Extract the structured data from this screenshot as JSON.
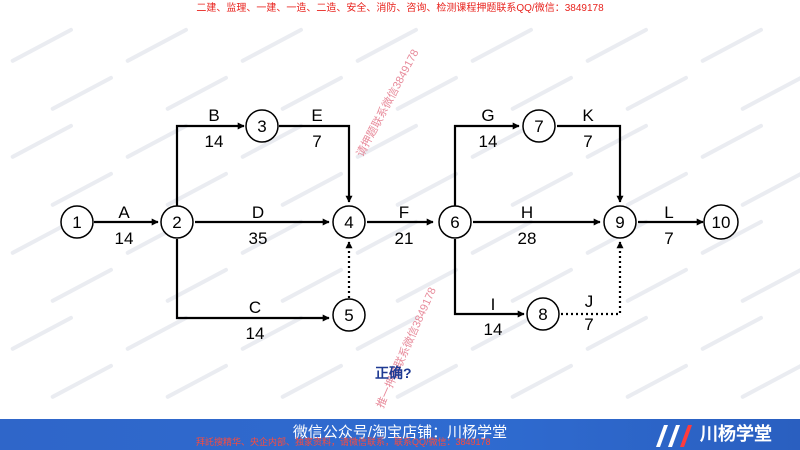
{
  "header": {
    "banner": "二建、监理、一建、一造、二造、安全、消防、咨询、检测课程押题联系QQ/微信：3849178"
  },
  "watermarks": {
    "diag_1": "请押题联系微信3849178",
    "diag_2": "推一押题联系微信3849178"
  },
  "diagram": {
    "nodes": [
      {
        "id": "1",
        "label": "1"
      },
      {
        "id": "2",
        "label": "2"
      },
      {
        "id": "3",
        "label": "3"
      },
      {
        "id": "4",
        "label": "4"
      },
      {
        "id": "5",
        "label": "5"
      },
      {
        "id": "6",
        "label": "6"
      },
      {
        "id": "7",
        "label": "7"
      },
      {
        "id": "8",
        "label": "8"
      },
      {
        "id": "9",
        "label": "9"
      },
      {
        "id": "10",
        "label": "10"
      }
    ],
    "activities": [
      {
        "name": "A",
        "duration": "14",
        "from": "1",
        "to": "2"
      },
      {
        "name": "B",
        "duration": "14",
        "from": "2",
        "to": "3"
      },
      {
        "name": "E",
        "duration": "7",
        "from": "3",
        "to": "4"
      },
      {
        "name": "D",
        "duration": "35",
        "from": "2",
        "to": "4"
      },
      {
        "name": "C",
        "duration": "14",
        "from": "2",
        "to": "5"
      },
      {
        "name": "F",
        "duration": "21",
        "from": "4",
        "to": "6"
      },
      {
        "name": "G",
        "duration": "14",
        "from": "6",
        "to": "7"
      },
      {
        "name": "K",
        "duration": "7",
        "from": "7",
        "to": "9"
      },
      {
        "name": "H",
        "duration": "28",
        "from": "6",
        "to": "9"
      },
      {
        "name": "I",
        "duration": "14",
        "from": "6",
        "to": "8"
      },
      {
        "name": "J",
        "duration": "7",
        "from": "8",
        "to": "9"
      },
      {
        "name": "L",
        "duration": "7",
        "from": "9",
        "to": "10"
      }
    ],
    "dummies": [
      {
        "from": "5",
        "to": "4"
      }
    ]
  },
  "question": "正确?",
  "footer": {
    "main_text": "微信公众号/淘宝店铺：川杨学堂",
    "sub_text": "拜託搜精华、央企内部、独家资料，请微信联系，联系QQ/微信：3849178",
    "brand": "川杨学堂"
  },
  "colors": {
    "banner": "#e8231e",
    "question": "#1f3a93",
    "footer_bg": "#2f66c9",
    "watermark": "#e0657a"
  }
}
